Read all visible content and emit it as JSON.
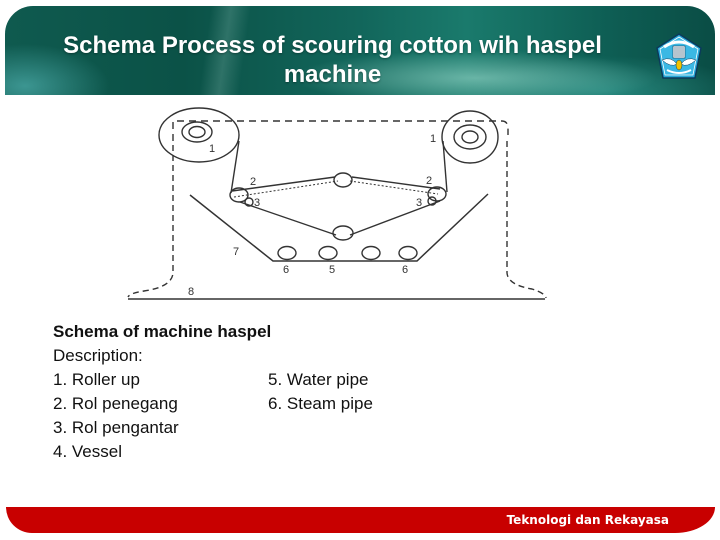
{
  "header": {
    "title": "Schema Process of scouring cotton wih haspel machine",
    "logo_icon": "tut-wuri-handayani-emblem-icon",
    "accent_color": "#0f5a4f"
  },
  "diagram": {
    "labels": {
      "roller_left": "1",
      "roller_right": "1",
      "tension_left": "2",
      "tension_right": "2",
      "guide_left": "3",
      "guide_right": "3",
      "vessel": "7",
      "steam_left": "6",
      "water": "5",
      "steam_right": "6",
      "frame": "8"
    }
  },
  "caption": {
    "heading": "Schema of machine haspel",
    "description_label": "Description:",
    "items_col1": [
      "1. Roller up",
      "2. Rol penegang",
      "3. Rol pengantar",
      "4. Vessel"
    ],
    "items_col2": [
      "5. Water pipe",
      "6. Steam pipe"
    ]
  },
  "footer": {
    "text": "Teknologi dan Rekayasa",
    "color": "#c80000"
  }
}
